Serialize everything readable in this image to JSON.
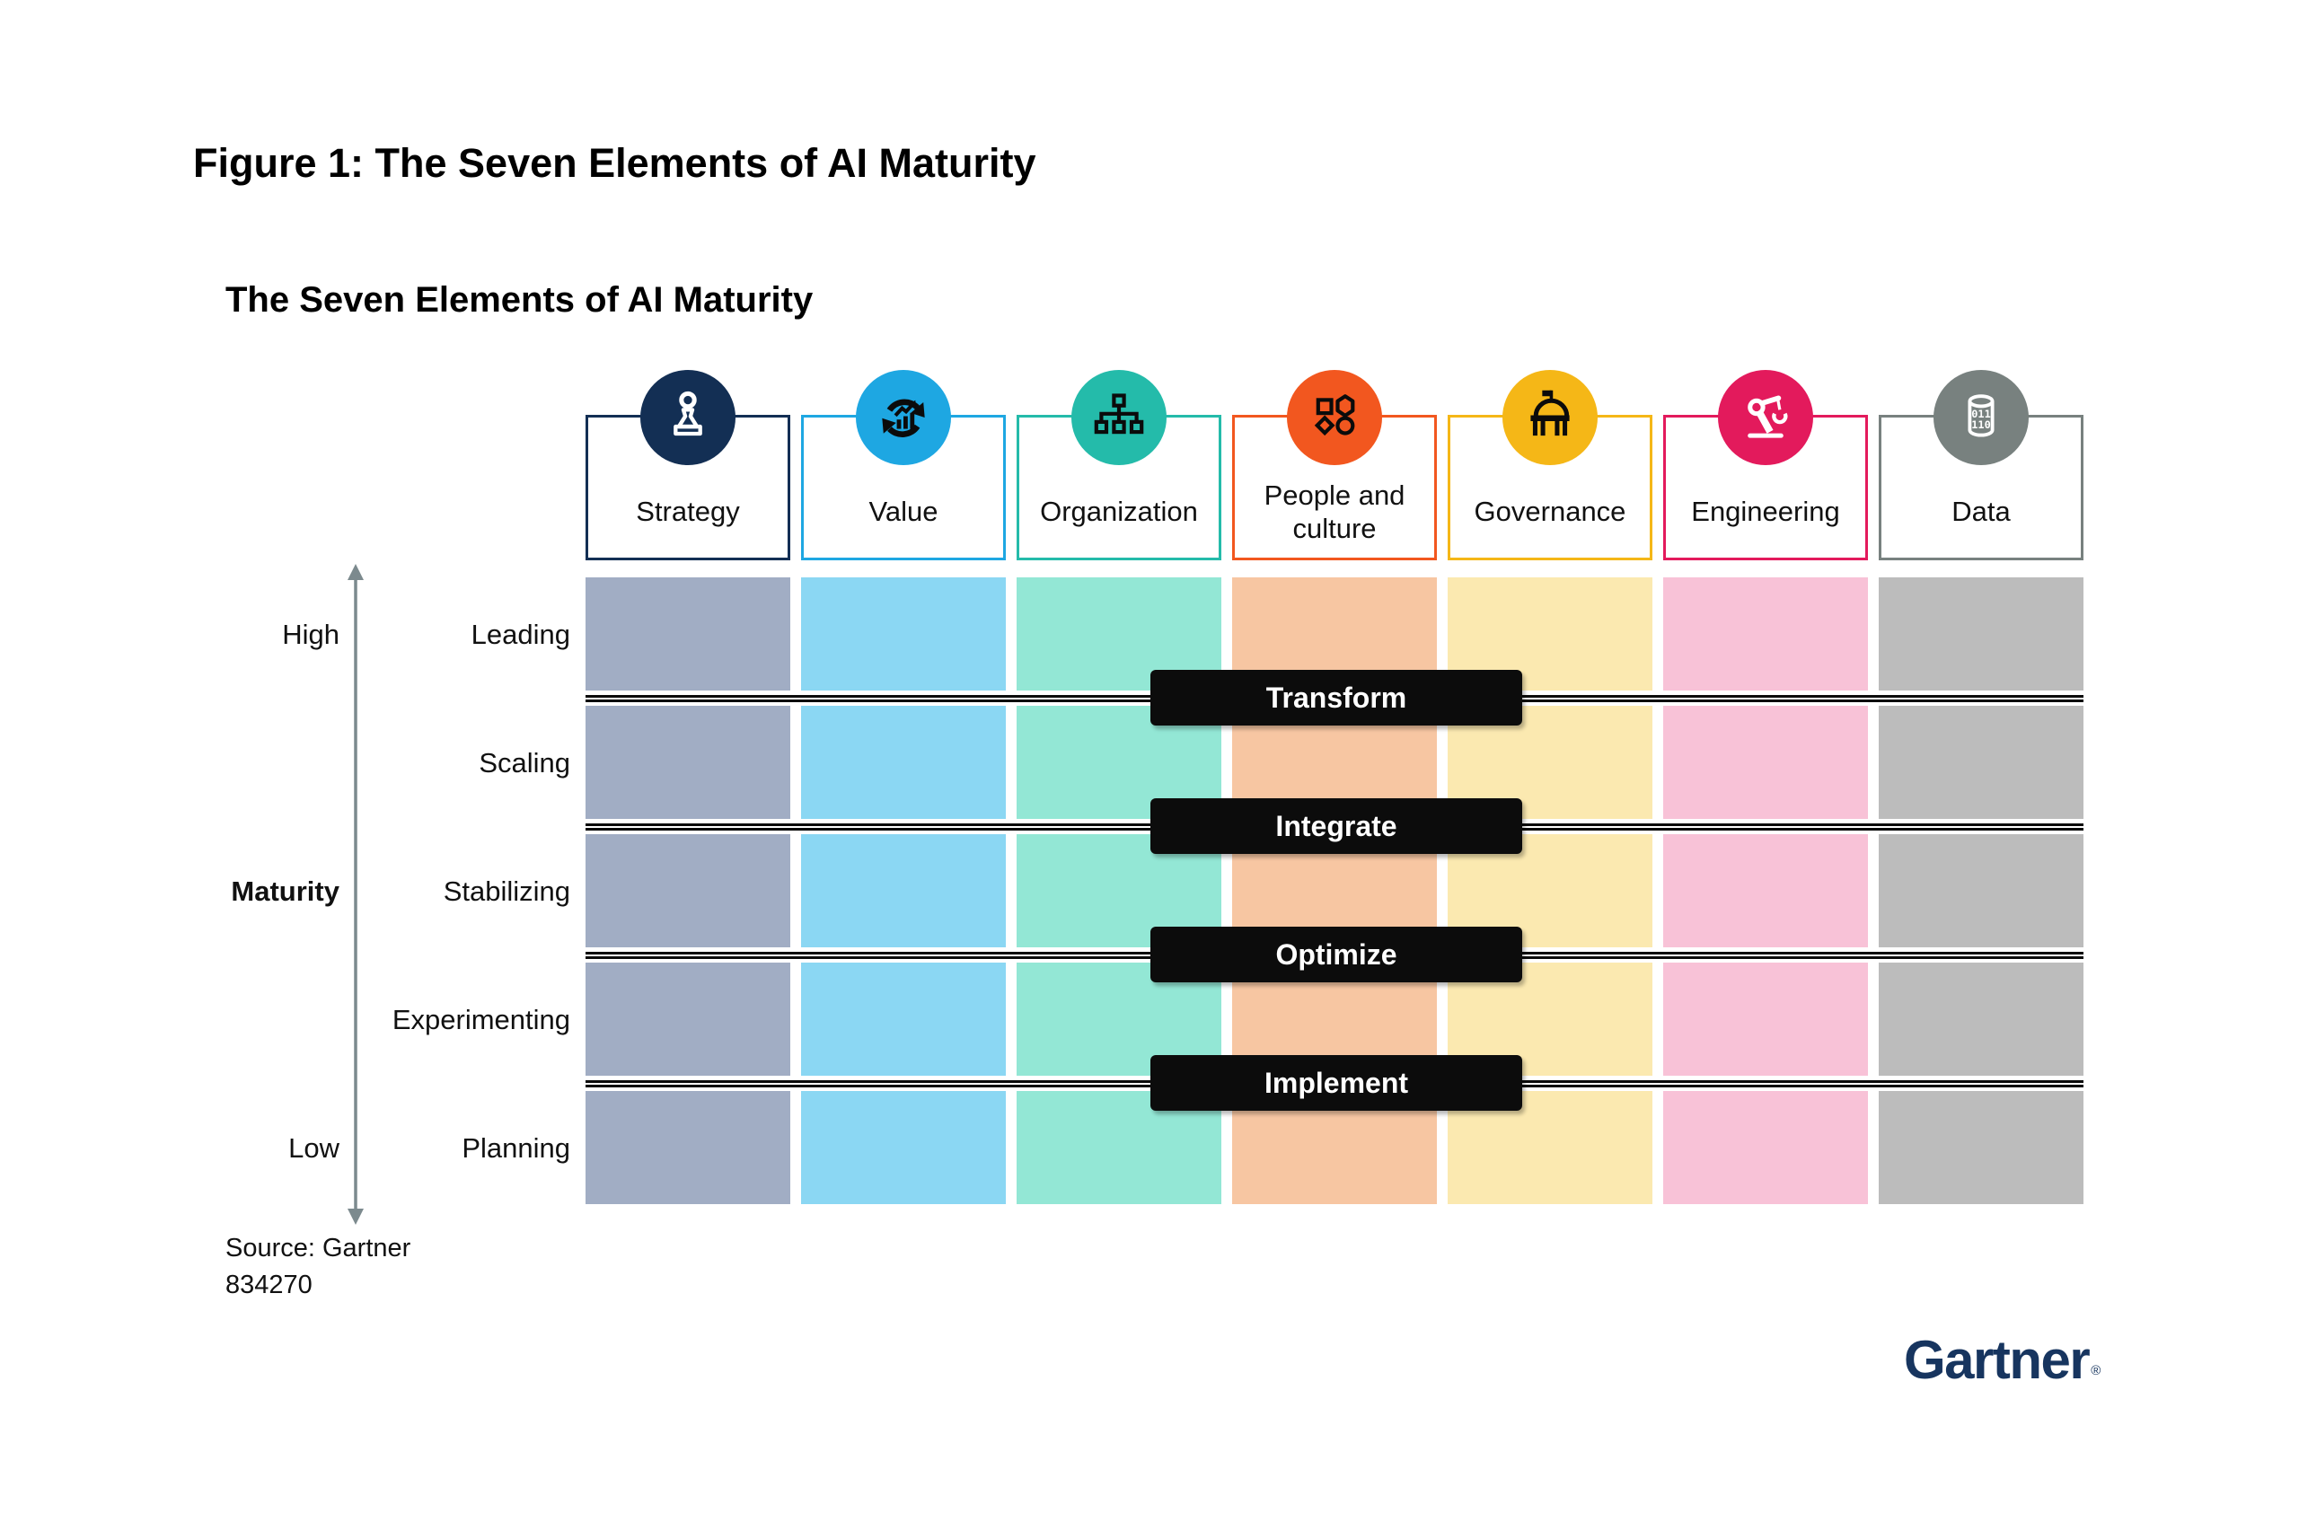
{
  "figure_title": "Figure 1: The Seven Elements of AI Maturity",
  "chart": {
    "title": "The Seven Elements of AI Maturity",
    "axis": {
      "high": "High",
      "label": "Maturity",
      "low": "Low"
    },
    "maturity_levels": [
      "Leading",
      "Scaling",
      "Stabilizing",
      "Experimenting",
      "Planning"
    ],
    "phase_bars": [
      "Transform",
      "Integrate",
      "Optimize",
      "Implement"
    ],
    "phase_bar_color": "#0c0c0c",
    "boundary_line_color": "#0b0b0b",
    "elements": [
      {
        "label": "Strategy",
        "icon": "chess-pawn-icon",
        "accent": "#132F54",
        "band": "#A1ADC4"
      },
      {
        "label": "Value",
        "icon": "cycle-growth-chart-icon",
        "accent": "#1EA7E2",
        "band": "#8BD7F3"
      },
      {
        "label": "Organization",
        "icon": "org-chart-icon",
        "accent": "#24BBAA",
        "band": "#93E7D5"
      },
      {
        "label": "People and culture",
        "icon": "shapes-icon",
        "accent": "#F2571F",
        "band": "#F7C6A2"
      },
      {
        "label": "Governance",
        "icon": "government-building-icon",
        "accent": "#F5B717",
        "band": "#FBE9B0"
      },
      {
        "label": "Engineering",
        "icon": "robotic-arm-icon",
        "accent": "#E31A5C",
        "band": "#F8C2D7"
      },
      {
        "label": "Data",
        "icon": "binary-database-icon",
        "accent": "#78817F",
        "band": "#BCBCBC"
      }
    ]
  },
  "source_line1": "Source: Gartner",
  "source_line2": "834270",
  "logo_text": "Gartner",
  "logo_registered": "®"
}
